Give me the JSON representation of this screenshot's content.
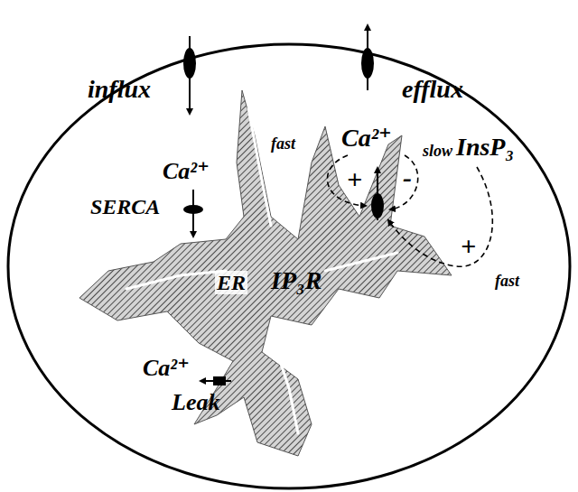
{
  "diagram": {
    "nodes": [
      {
        "text": [
          "ER"
        ]
      }
    ],
    "labels": [
      "influx",
      "efflux",
      "Ca²⁺",
      "fast",
      "slow",
      "+",
      "-",
      "InsP₃",
      "+",
      "fast",
      "Ca²⁺",
      "SERCA",
      "IP₃R",
      "Ca²⁺",
      "Leak"
    ]
  }
}
